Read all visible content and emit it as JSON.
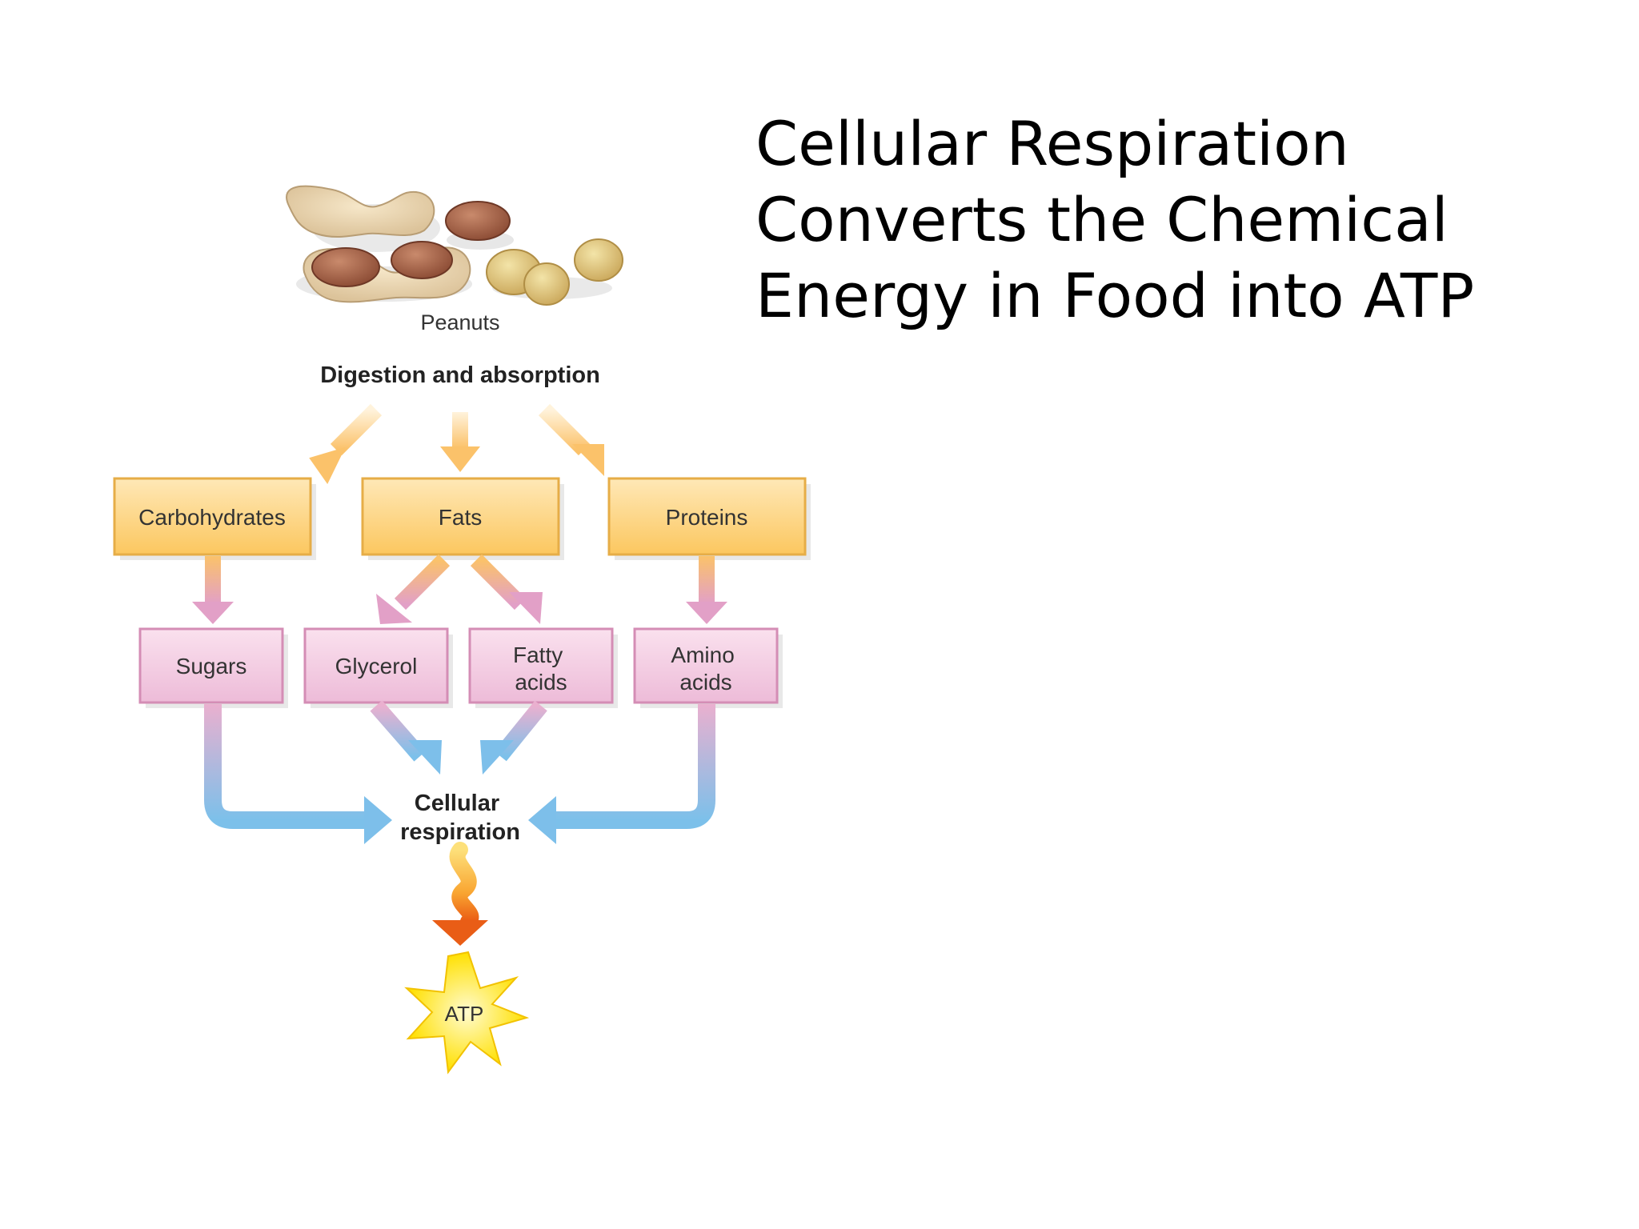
{
  "slide": {
    "title": "Cellular Respiration Converts the Chemical Energy in Food into ATP"
  },
  "diagram": {
    "food_label": "Peanuts",
    "process_label": "Digestion and absorption",
    "macronutrients": {
      "carbohydrates": "Carbohydrates",
      "fats": "Fats",
      "proteins": "Proteins"
    },
    "monomers": {
      "sugars": "Sugars",
      "glycerol": "Glycerol",
      "fatty_acids": [
        "Fatty",
        "acids"
      ],
      "amino_acids": [
        "Amino",
        "acids"
      ]
    },
    "cellular_respiration": [
      "Cellular",
      "respiration"
    ],
    "product": "ATP"
  },
  "colors": {
    "macronutrient_fill": "#fccd70",
    "monomer_fill": "#f1c4dc",
    "arrow_orange": "#fbc872",
    "arrow_pink": "#e5a5c9",
    "arrow_blue": "#7dbfea",
    "atp_star": "#ffe21a"
  }
}
